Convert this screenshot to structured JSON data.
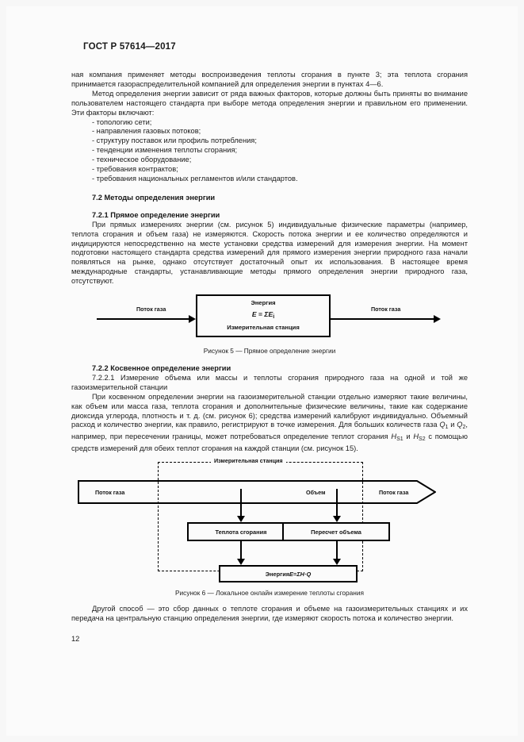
{
  "document": {
    "standard_header": "ГОСТ Р 57614—2017",
    "page_number": "12"
  },
  "body": {
    "p1": "ная компания применяет методы воспроизведения теплоты сгорания в пункте 3; эта теплота сгорания принимается газораспределительной компанией для определения энергии в пунктах 4—6.",
    "p2": "Метод определения энергии зависит от ряда важных факторов, которые должны быть приняты во внимание пользователем настоящего стандарта при выборе метода определения энергии и правильном его применении. Эти факторы включают:",
    "bullets": [
      "- топологию сети;",
      "- направления газовых потоков;",
      "- структуру поставок или профиль потребления;",
      "- тенденции изменения теплоты сгорания;",
      "- техническое оборудование;",
      "- требования контрактов;",
      "- требования национальных регламентов и/или стандартов."
    ],
    "h_7_2": "7.2 Методы определения энергии",
    "h_7_2_1": "7.2.1 Прямое определение энергии",
    "p3": "При прямых измерениях энергии (см. рисунок 5) индивидуальные физические параметры (например, теплота сгорания и объем газа) не измеряются. Скорость потока энергии и ее количество определяются и индицируются непосредственно на месте установки средства измерений для измерения энергии. На момент подготовки настоящего стандарта средства измерений для прямого измерения энергии природного газа начали появляться на рынке, однако отсутствует достаточный опыт их использования. В настоящее время международные стандарты, устанавливающие методы прямого определения энергии природного газа, отсутствуют.",
    "h_7_2_2": "7.2.2 Косвенное определение энергии",
    "p4": "7.2.2.1 Измерение объема или массы и теплоты сгорания природного газа на одной и той же газоизмерительной станции",
    "p5_part1": "При косвенном определении энергии на газоизмерительной станции отдельно измеряют такие величины, как объем или масса газа, теплота сгорания и дополнительные физические величины, такие как содержание диоксида углерода, плотность и т. д. (см. рисунок 6); средства измерений калибруют индивидуально. Объемный расход и количество энергии, как правило, регистрируют в точке измерения. Для больших количеств газа ",
    "p5_q1": "Q",
    "p5_q1sub": "1",
    "p5_and": " и ",
    "p5_q2": "Q",
    "p5_q2sub": "2",
    "p5_part2": ", например, при пересечении границы, может потребоваться определение теплот сгорания ",
    "p5_h1": "H",
    "p5_h1sub": "S1",
    "p5_and2": " и ",
    "p5_h2": "H",
    "p5_h2sub": "S2",
    "p5_part3": " с помощью средств измерений для обеих теплот сгорания на каждой станции (см. рисунок 15).",
    "p6": "Другой способ — это сбор данных о теплоте сгорания и объеме на газоизмерительных станциях и их передача на центральную станцию определения энергии, где измеряют скорость потока и количество энергии."
  },
  "figure5": {
    "caption": "Рисунок 5 — Прямое определение энергии",
    "inlet_label": "Поток газа",
    "outlet_label": "Поток газа",
    "box_line1": "Энергия",
    "box_line2_e": "E",
    "box_line2_eq": " = ",
    "box_line2_sum": "ΣE",
    "box_line2_sub": "i",
    "box_line3": "Измерительная станция"
  },
  "figure6": {
    "caption": "Рисунок 6 — Локальное онлайн измерение теплоты сгорания",
    "station_label": "Измерительная станция",
    "inlet_label": "Поток газа",
    "volume_label": "Объем",
    "outlet_label": "Поток газа",
    "box_heat": "Теплота сгорания",
    "box_volume": "Пересчет объема",
    "box_energy_prefix": "Энергия ",
    "box_energy_e": "E",
    "box_energy_eq": " = ",
    "box_energy_formula": "ΣH·Q"
  },
  "colors": {
    "ink": "#141414",
    "paper": "#fbfbfb",
    "page_bg": "#f7f7f7"
  }
}
